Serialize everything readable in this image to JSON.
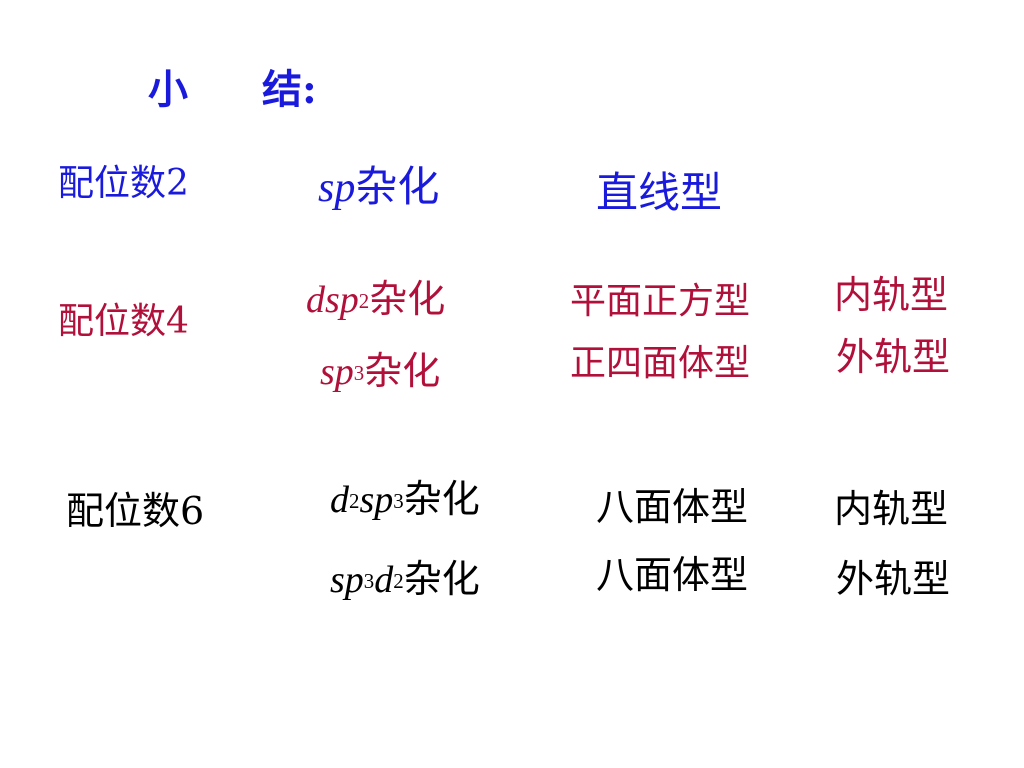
{
  "colors": {
    "blue": "#1a1adc",
    "red": "#b0103a",
    "black": "#000000"
  },
  "title": {
    "char1": "小",
    "char2": "结:"
  },
  "row1": {
    "coord": "配位数2",
    "hyb_sym": "sp",
    "hyb_suffix": "杂化",
    "shape": "直线型"
  },
  "row2": {
    "coord": "配位数4",
    "hyb1_sym": "dsp",
    "hyb1_sup": "2",
    "hyb1_suffix": "杂化",
    "hyb2_sym": "sp",
    "hyb2_sup": "3",
    "hyb2_suffix": "杂化",
    "shape1": "平面正方型",
    "shape2": "正四面体型",
    "type1": "内轨型",
    "type2": "外轨型"
  },
  "row3": {
    "coord": "配位数6",
    "hyb1_a_sym": "d",
    "hyb1_a_sup": "2",
    "hyb1_b_sym": "sp",
    "hyb1_b_sup": "3",
    "hyb1_suffix": "杂化",
    "hyb2_a_sym": "sp",
    "hyb2_a_sup": "3",
    "hyb2_b_sym": "d",
    "hyb2_b_sup": "2",
    "hyb2_suffix": "杂化",
    "shape1": "八面体型",
    "shape2": "八面体型",
    "type1": "内轨型",
    "type2": "外轨型"
  }
}
